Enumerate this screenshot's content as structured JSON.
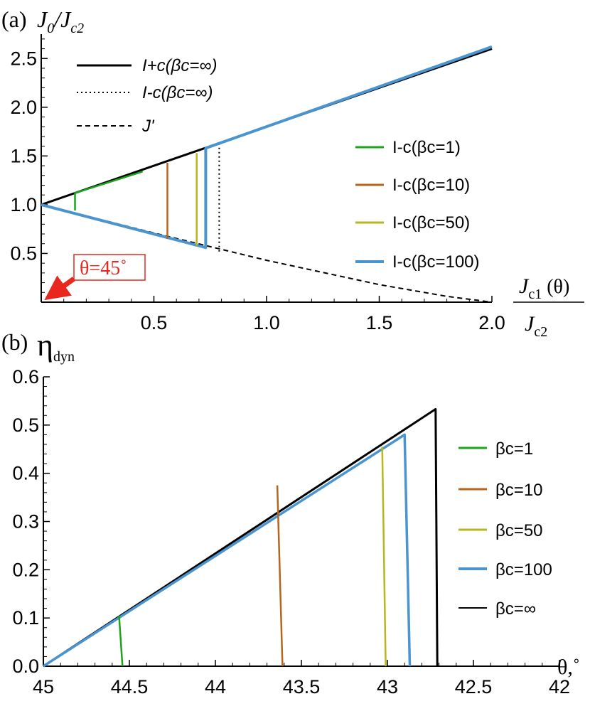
{
  "colors": {
    "green": "#1aa51a",
    "brown": "#b5651d",
    "olive": "#b8b51e",
    "blue": "#4a94d0",
    "black": "#000000",
    "red_marker": "#e8281e"
  },
  "chart_data": [
    {
      "panel": "a",
      "type": "line",
      "panel_label": "(a)",
      "ylabel": "J0/Jc2",
      "xlabel_num": "Jc1 (θ)",
      "xlabel_den": "Jc2",
      "xlim": [
        0,
        2.0
      ],
      "ylim": [
        0,
        2.75
      ],
      "xticks": [
        0.5,
        1.0,
        1.5,
        2.0
      ],
      "xtick_labels": [
        "0.5",
        "1.0",
        "1.5",
        "2.0"
      ],
      "yticks": [
        0.5,
        1.0,
        1.5,
        2.0,
        2.5
      ],
      "ytick_labels": [
        "0.5",
        "1.0",
        "1.5",
        "2.0",
        "2.5"
      ],
      "annotation": {
        "text": "θ=45˚",
        "x": 0,
        "y": 0
      },
      "legend_top_left": [
        {
          "label": "I+c(βc=∞)",
          "style": "solid"
        },
        {
          "label": "I-c(βc=∞)",
          "style": "dotted"
        },
        {
          "label": "J'",
          "style": "dashed"
        }
      ],
      "legend_right": [
        {
          "label": "I-c(βc=1)",
          "color": "green"
        },
        {
          "label": "I-c(βc=10)",
          "color": "brown"
        },
        {
          "label": "I-c(βc=50)",
          "color": "olive"
        },
        {
          "label": "I-c(βc=100)",
          "color": "blue"
        }
      ],
      "series": [
        {
          "name": "I+c(βc=∞)",
          "color": "black",
          "style": "solid",
          "width": 3,
          "x": [
            0,
            2.0
          ],
          "y": [
            1.0,
            2.6
          ]
        },
        {
          "name": "I-c(βc=∞)",
          "color": "black",
          "style": "dotted",
          "width": 2,
          "x": [
            0.79,
            0.79
          ],
          "y": [
            0.52,
            1.62
          ]
        },
        {
          "name": "J'",
          "color": "black",
          "style": "dashed",
          "width": 2,
          "x": [
            0,
            0.5,
            1.0,
            1.5,
            1.8,
            2.0
          ],
          "y": [
            1.0,
            0.71,
            0.43,
            0.18,
            0.06,
            0.0
          ]
        },
        {
          "name": "I-c(βc=100)",
          "color": "blue",
          "style": "solid",
          "width": 4,
          "x": [
            0,
            0.73,
            0.73,
            0.73,
            2.0
          ],
          "y": [
            1.0,
            0.56,
            1.57,
            1.58,
            2.62
          ]
        },
        {
          "name": "I-c(βc=1)",
          "color": "green",
          "style": "solid",
          "width": 2.5,
          "x": [
            0.15,
            0.15,
            0.45
          ],
          "y": [
            0.94,
            1.12,
            1.34
          ]
        },
        {
          "name": "I-c(βc=10)",
          "color": "brown",
          "style": "solid",
          "width": 2.5,
          "x": [
            0.56,
            0.56
          ],
          "y": [
            0.65,
            1.43
          ]
        },
        {
          "name": "I-c(βc=50)",
          "color": "olive",
          "style": "solid",
          "width": 2.5,
          "x": [
            0.69,
            0.69
          ],
          "y": [
            0.58,
            1.53
          ]
        }
      ]
    },
    {
      "panel": "b",
      "type": "line",
      "panel_label": "(b)",
      "ylabel": "η",
      "ylabel_sub": "dyn",
      "xlabel": "θ,˚",
      "xlim": [
        45,
        42
      ],
      "ylim": [
        0,
        0.6
      ],
      "xticks": [
        45,
        44.5,
        44,
        43.5,
        43,
        42.5,
        42
      ],
      "xtick_labels": [
        "45",
        "44.5",
        "44",
        "43.5",
        "43",
        "42.5",
        "42"
      ],
      "yticks": [
        0.0,
        0.1,
        0.2,
        0.3,
        0.4,
        0.5,
        0.6
      ],
      "ytick_labels": [
        "0.0",
        "0.1",
        "0.2",
        "0.3",
        "0.4",
        "0.5",
        "0.6"
      ],
      "legend": [
        {
          "label": "βc=1",
          "color": "green"
        },
        {
          "label": "βc=10",
          "color": "brown"
        },
        {
          "label": "βc=50",
          "color": "olive"
        },
        {
          "label": "βc=100",
          "color": "blue"
        },
        {
          "label": "βc=∞",
          "color": "black"
        }
      ],
      "series": [
        {
          "name": "βc=∞",
          "color": "black",
          "width": 3,
          "x": [
            45,
            42.72,
            42.71
          ],
          "y": [
            0.0,
            0.533,
            0.0
          ]
        },
        {
          "name": "βc=100",
          "color": "blue",
          "width": 3.5,
          "x": [
            45,
            42.9,
            42.87
          ],
          "y": [
            0.0,
            0.48,
            0.0
          ]
        },
        {
          "name": "βc=50",
          "color": "olive",
          "width": 2.5,
          "x": [
            43.03,
            43.01
          ],
          "y": [
            0.455,
            0.0
          ]
        },
        {
          "name": "βc=10",
          "color": "brown",
          "width": 2.5,
          "x": [
            43.64,
            43.61
          ],
          "y": [
            0.375,
            0.0
          ]
        },
        {
          "name": "βc=1",
          "color": "green",
          "width": 2.5,
          "x": [
            44.56,
            44.54
          ],
          "y": [
            0.105,
            0.0
          ]
        }
      ]
    }
  ]
}
